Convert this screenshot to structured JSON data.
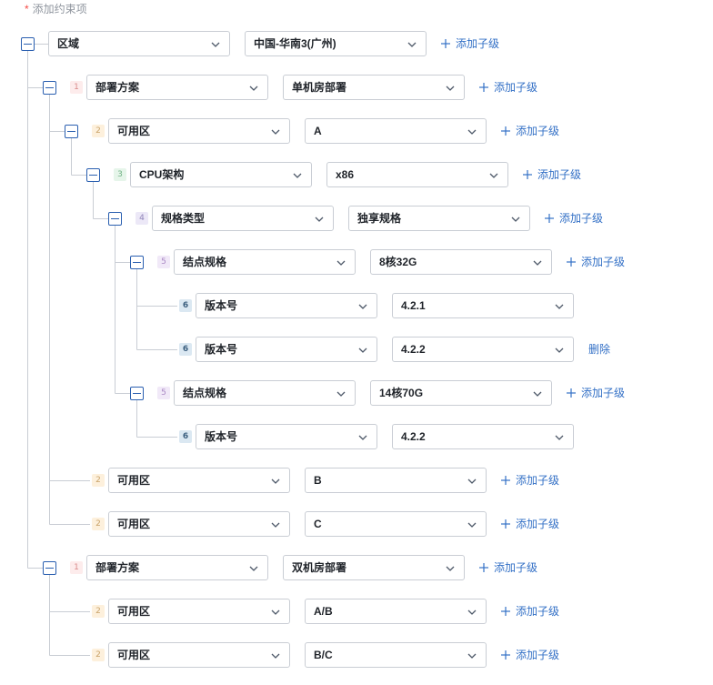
{
  "header": {
    "required_mark": "*",
    "title": "添加约束项"
  },
  "actions": {
    "add_child": "添加子级",
    "delete": "删除"
  },
  "rows": [
    {
      "level": null,
      "toggle": true,
      "key": "区域",
      "value": "中国-华南3(广州)",
      "action": "add"
    },
    {
      "level": "1",
      "toggle": true,
      "key": "部署方案",
      "value": "单机房部署",
      "action": "add"
    },
    {
      "level": "2",
      "toggle": true,
      "key": "可用区",
      "value": "A",
      "action": "add"
    },
    {
      "level": "3",
      "toggle": true,
      "key": "CPU架构",
      "value": "x86",
      "action": "add"
    },
    {
      "level": "4",
      "toggle": true,
      "key": "规格类型",
      "value": "独享规格",
      "action": "add"
    },
    {
      "level": "5",
      "toggle": true,
      "key": "结点规格",
      "value": "8核32G",
      "action": "add"
    },
    {
      "level": "6",
      "toggle": false,
      "key": "版本号",
      "value": "4.2.1",
      "action": "none"
    },
    {
      "level": "6",
      "toggle": false,
      "key": "版本号",
      "value": "4.2.2",
      "action": "delete"
    },
    {
      "level": "5",
      "toggle": true,
      "key": "结点规格",
      "value": "14核70G",
      "action": "add"
    },
    {
      "level": "6",
      "toggle": false,
      "key": "版本号",
      "value": "4.2.2",
      "action": "none"
    },
    {
      "level": "2",
      "toggle": false,
      "key": "可用区",
      "value": "B",
      "action": "add"
    },
    {
      "level": "2",
      "toggle": false,
      "key": "可用区",
      "value": "C",
      "action": "add"
    },
    {
      "level": "1",
      "toggle": true,
      "key": "部署方案",
      "value": "双机房部署",
      "action": "add"
    },
    {
      "level": "2",
      "toggle": false,
      "key": "可用区",
      "value": "A/B",
      "action": "add"
    },
    {
      "level": "2",
      "toggle": false,
      "key": "可用区",
      "value": "B/C",
      "action": "add"
    }
  ]
}
